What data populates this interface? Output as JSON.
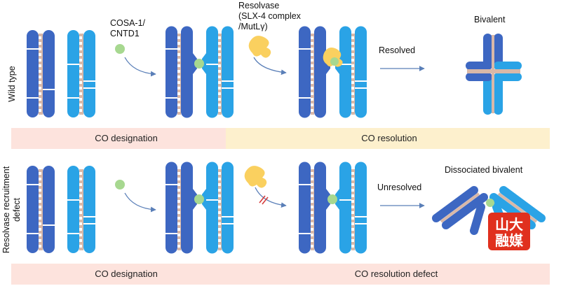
{
  "rows": {
    "wild_type": "Wild type",
    "defect": "Resolvase recruitment defect"
  },
  "labels": {
    "cosa": "COSA-1/\nCNTD1",
    "resolvase": "Resolvase\n(SLX-4 complex\n/MutLγ)",
    "resolved": "Resolved",
    "bivalent": "Bivalent",
    "unresolved": "Unresolved",
    "dissociated": "Dissociated bivalent"
  },
  "bands": {
    "top_left": "CO designation",
    "top_right": "CO resolution",
    "bottom_left": "CO designation",
    "bottom_right": "CO resolution defect"
  },
  "logo": {
    "text": "山大融媒",
    "color": "#e0301e"
  },
  "colors": {
    "dark_blue": "#3d67c2",
    "light_blue": "#2aa3e6",
    "axis": "#d9b8a8",
    "focus_green": "#a7d890",
    "resolvase_yellow": "#fad05f",
    "arrow": "#5a7fb8",
    "band_pink": "#fde3dd",
    "band_yellow": "#fdf0cd",
    "block_red": "#d43c3c"
  }
}
